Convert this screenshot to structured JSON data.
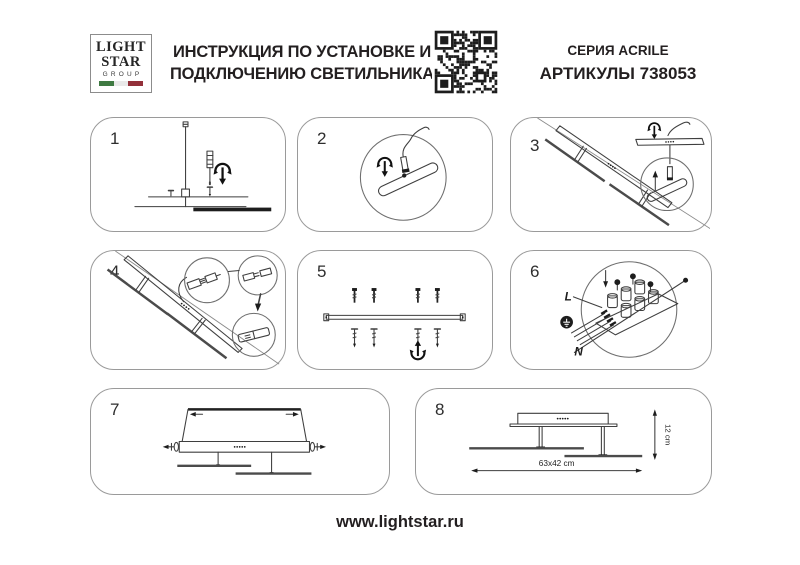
{
  "header": {
    "logo_line1": "LIGHT",
    "logo_line2": "STAR",
    "logo_line3": "GROUP",
    "title_line1": "ИНСТРУКЦИЯ ПО УСТАНОВКЕ И",
    "title_line2": "ПОДКЛЮЧЕНИЮ СВЕТИЛЬНИКА",
    "series": "СЕРИЯ ACRILE",
    "articles": "АРТИКУЛЫ 738053"
  },
  "panels": [
    {
      "number": "1"
    },
    {
      "number": "2"
    },
    {
      "number": "3"
    },
    {
      "number": "4"
    },
    {
      "number": "5"
    },
    {
      "number": "6"
    },
    {
      "number": "7"
    },
    {
      "number": "8"
    }
  ],
  "panel6": {
    "label_l": "L",
    "label_n": "N"
  },
  "panel8": {
    "dim_width": "63x42 cm",
    "dim_height": "12 cm"
  },
  "footer": {
    "url": "www.lightstar.ru"
  },
  "colors": {
    "text": "#231f20",
    "panel_border": "#9a9a9a",
    "stroke": "#3f3f3f",
    "flag_green": "#3f7a42",
    "flag_white": "#e9e9e9",
    "flag_red": "#93303a"
  }
}
